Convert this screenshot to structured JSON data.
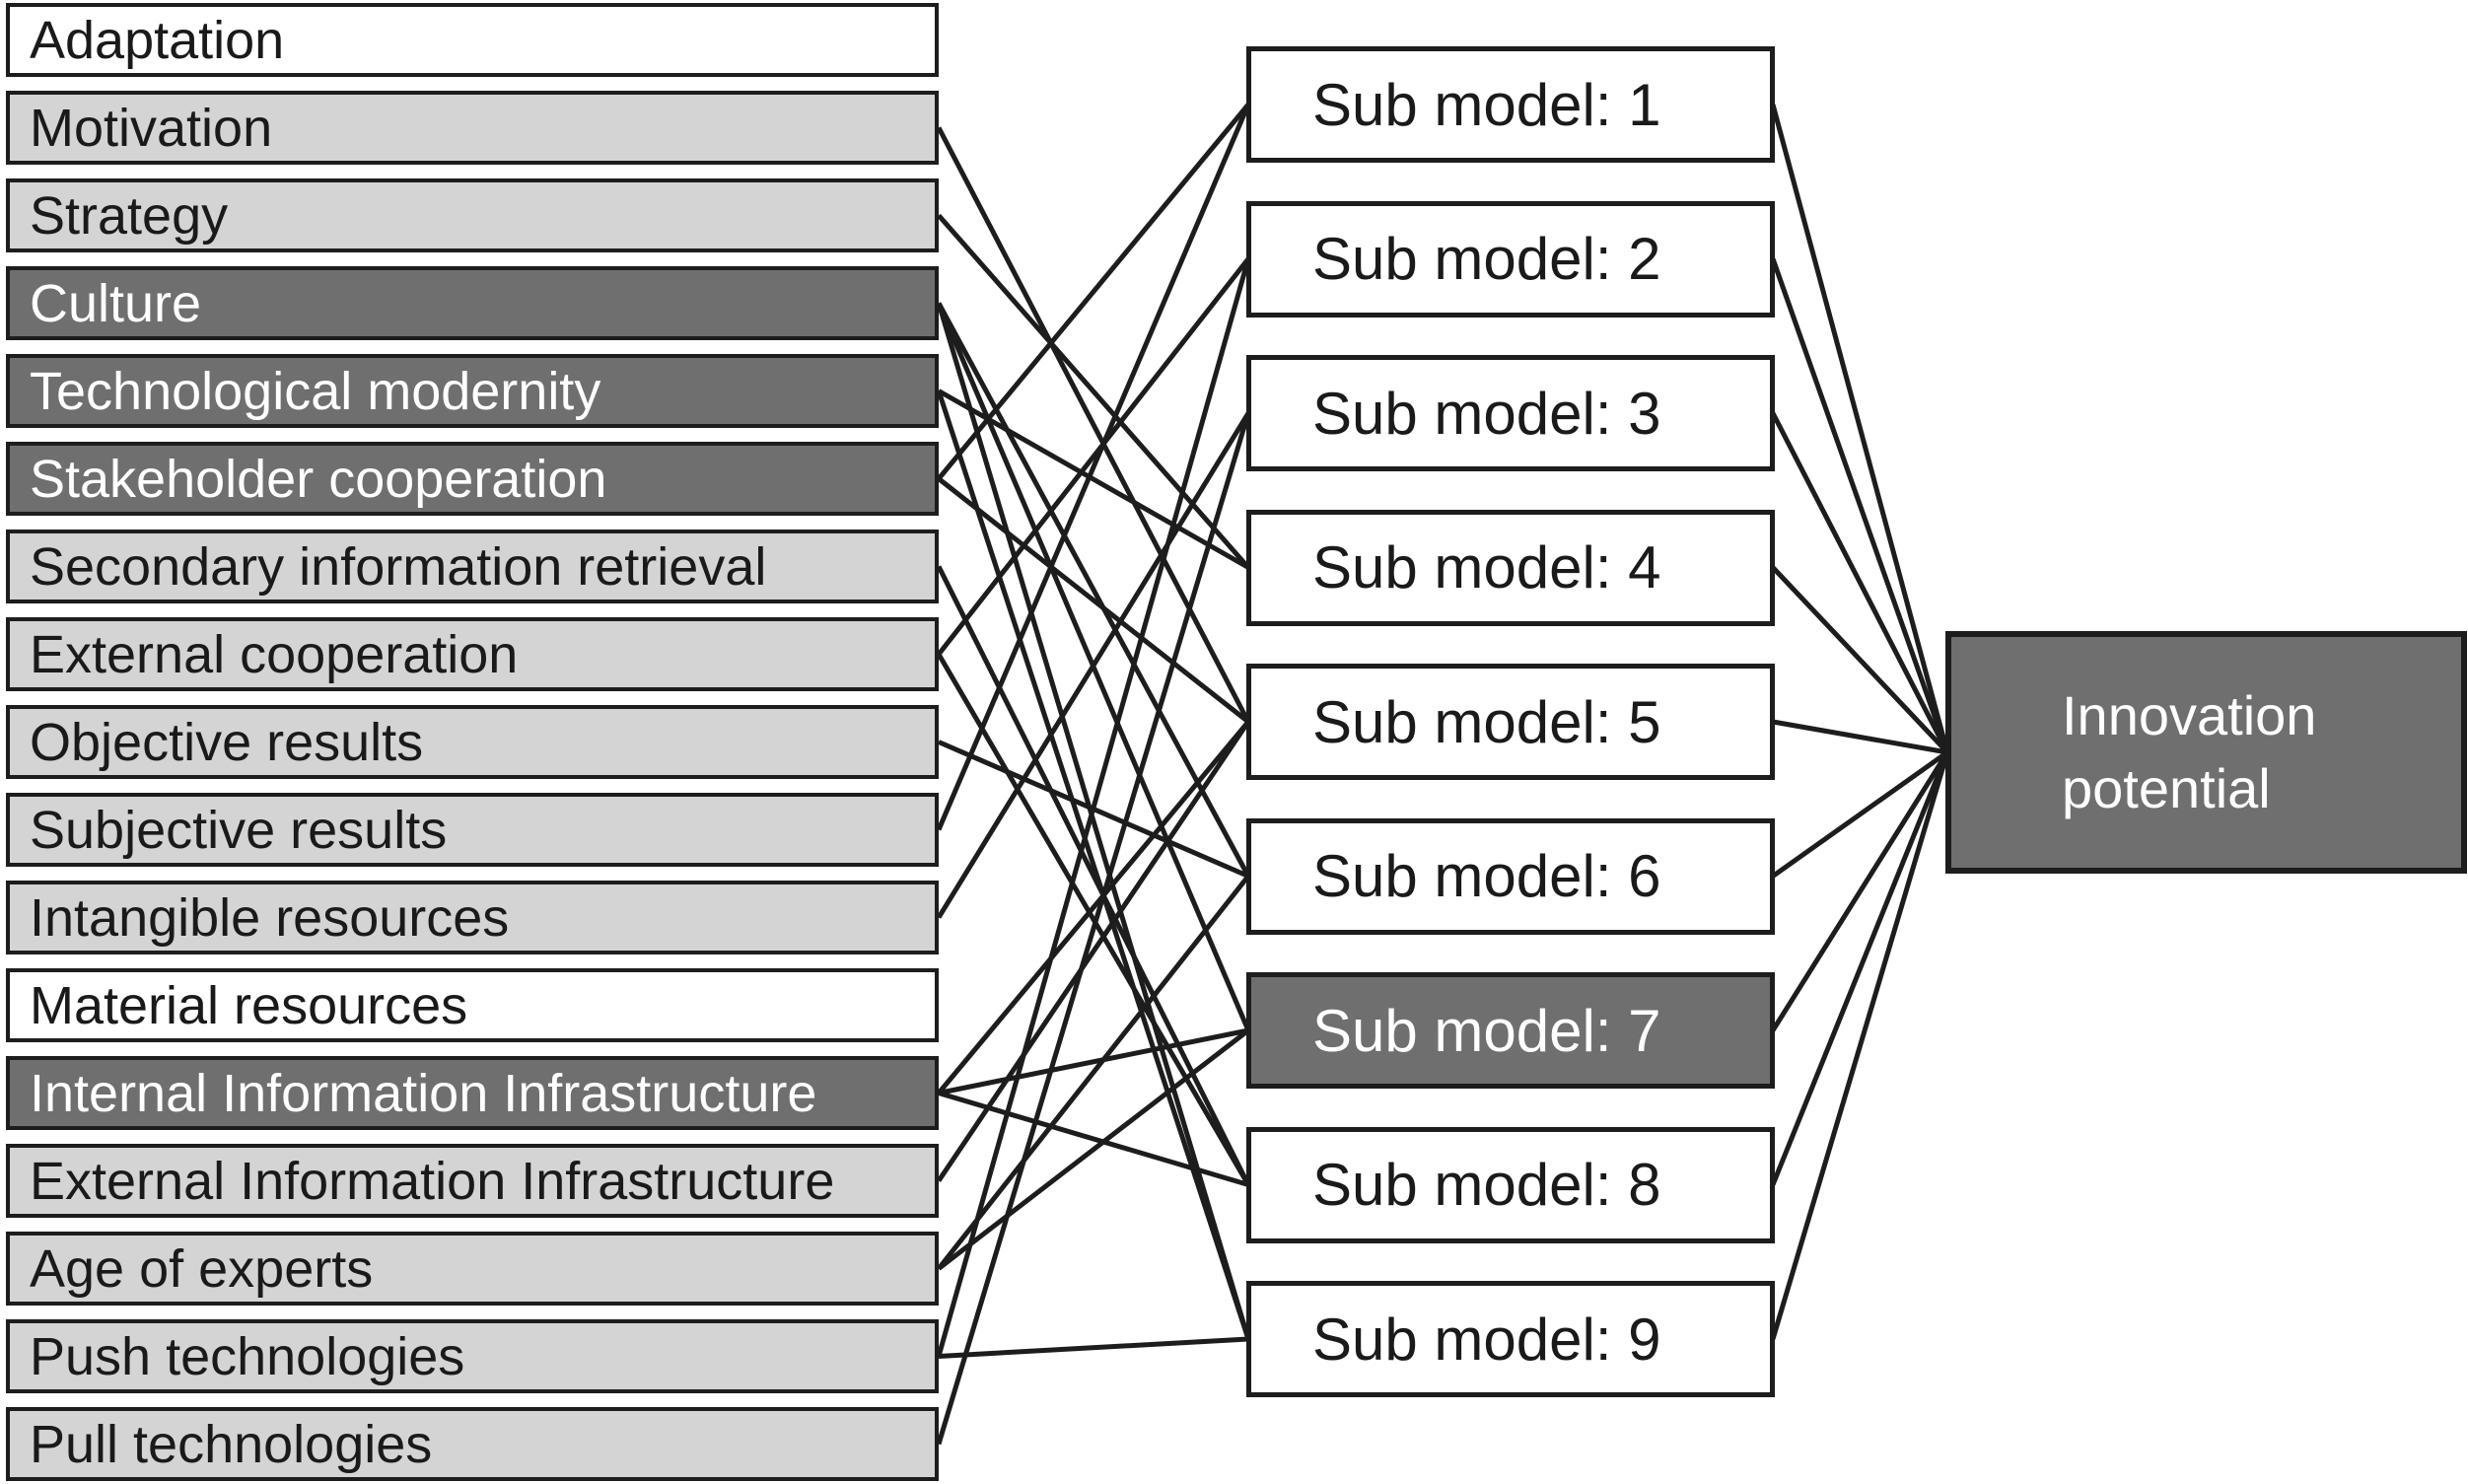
{
  "diagram": {
    "title": "Innovation potential sub-model mapping diagram",
    "factors": [
      {
        "label": "Adaptation",
        "tone": "white"
      },
      {
        "label": "Motivation",
        "tone": "light"
      },
      {
        "label": "Strategy",
        "tone": "light"
      },
      {
        "label": "Culture",
        "tone": "dark"
      },
      {
        "label": "Technological modernity",
        "tone": "dark"
      },
      {
        "label": "Stakeholder cooperation",
        "tone": "dark"
      },
      {
        "label": "Secondary information retrieval",
        "tone": "light"
      },
      {
        "label": "External cooperation",
        "tone": "light"
      },
      {
        "label": "Objective results",
        "tone": "light"
      },
      {
        "label": "Subjective results",
        "tone": "light"
      },
      {
        "label": "Intangible resources",
        "tone": "light"
      },
      {
        "label": "Material resources",
        "tone": "white"
      },
      {
        "label": "Internal Information Infrastructure",
        "tone": "dark"
      },
      {
        "label": "External Information Infrastructure",
        "tone": "light"
      },
      {
        "label": "Age of experts",
        "tone": "light"
      },
      {
        "label": "Push technologies",
        "tone": "light"
      },
      {
        "label": "Pull technologies",
        "tone": "light"
      }
    ],
    "sub_models": [
      {
        "label": "Sub model: 1",
        "tone": "white"
      },
      {
        "label": "Sub model: 2",
        "tone": "white"
      },
      {
        "label": "Sub model: 3",
        "tone": "white"
      },
      {
        "label": "Sub model: 4",
        "tone": "white"
      },
      {
        "label": "Sub model: 5",
        "tone": "white"
      },
      {
        "label": "Sub model: 6",
        "tone": "white"
      },
      {
        "label": "Sub model: 7",
        "tone": "dark"
      },
      {
        "label": "Sub model: 8",
        "tone": "white"
      },
      {
        "label": "Sub model: 9",
        "tone": "white"
      }
    ],
    "output": {
      "lines": [
        "Innovation",
        "potential"
      ],
      "tone": "dark"
    },
    "connections": {
      "factor_to_submodel": [
        [
          "Stakeholder cooperation",
          1
        ],
        [
          "Subjective results",
          1
        ],
        [
          "External cooperation",
          2
        ],
        [
          "Push technologies",
          2
        ],
        [
          "Intangible resources",
          3
        ],
        [
          "Pull technologies",
          3
        ],
        [
          "Strategy",
          4
        ],
        [
          "Technological modernity",
          4
        ],
        [
          "Motivation",
          5
        ],
        [
          "Stakeholder cooperation",
          5
        ],
        [
          "Internal Information Infrastructure",
          5
        ],
        [
          "External Information Infrastructure",
          5
        ],
        [
          "Culture",
          6
        ],
        [
          "Objective results",
          6
        ],
        [
          "Age of experts",
          6
        ],
        [
          "Culture",
          7
        ],
        [
          "Internal Information Infrastructure",
          7
        ],
        [
          "Age of experts",
          7
        ],
        [
          "Secondary information retrieval",
          8
        ],
        [
          "External cooperation",
          8
        ],
        [
          "Internal Information Infrastructure",
          8
        ],
        [
          "Culture",
          9
        ],
        [
          "Technological modernity",
          9
        ],
        [
          "Push technologies",
          9
        ]
      ],
      "submodel_to_output": [
        1,
        2,
        3,
        4,
        5,
        6,
        7,
        8,
        9
      ]
    },
    "colors": {
      "box_white": "#ffffff",
      "box_light_gray": "#d4d4d4",
      "box_dark_gray": "#6f6f6f",
      "border": "#1d1d1d",
      "line": "#1d1d1d",
      "text_dark": "#1a1a1a",
      "text_on_dark": "#ffffff",
      "background": "#ffffff"
    }
  }
}
